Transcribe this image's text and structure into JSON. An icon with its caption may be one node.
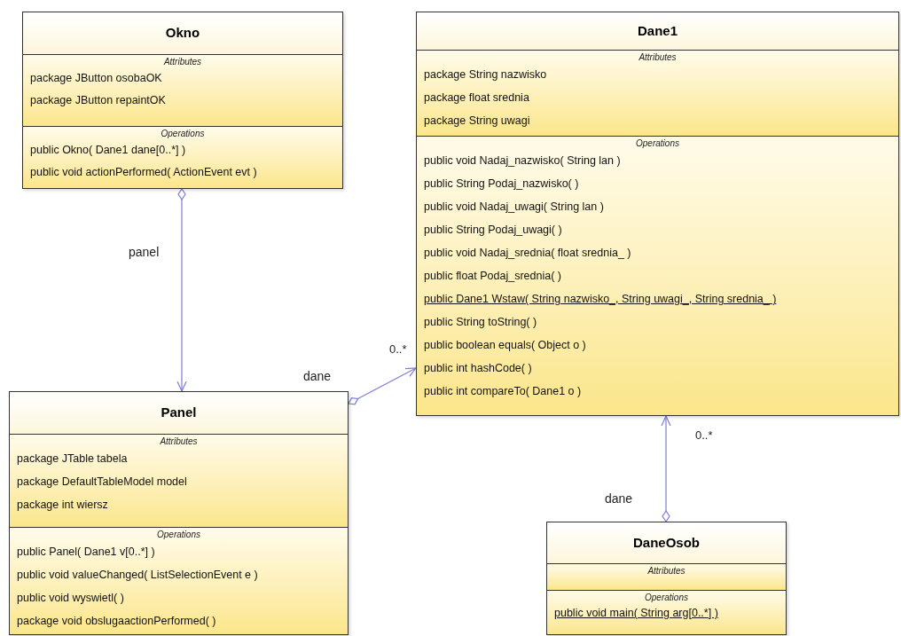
{
  "diagram": {
    "nodes": [
      {
        "text": [
          "Okno"
        ]
      },
      {
        "text": [
          "Attributes",
          "package JButton osobaOK",
          "package JButton repaintOK"
        ],
        "in": 0
      },
      {
        "text": [
          "Operations",
          "public Okno( Dane1 dane[0..*] )",
          "public void  actionPerformed( ActionEvent evt )"
        ],
        "in": 0
      },
      {
        "text": [
          "Dane1"
        ]
      },
      {
        "text": [
          "Attributes",
          "package String nazwisko",
          "package float srednia",
          "package String uwagi"
        ],
        "in": 3
      },
      {
        "text": [
          "Operations",
          "public void  Nadaj_nazwisko( String lan )",
          "public String  Podaj_nazwisko(  )",
          "public void  Nadaj_uwagi( String lan )",
          "public String  Podaj_uwagi(  )",
          "public void  Nadaj_srednia( float srednia_ )",
          "public float  Podaj_srednia(  )",
          "public Dane1  Wstaw( String nazwisko_, String uwagi_, String srednia_ )",
          "public String  toString(  )",
          "public boolean  equals( Object o )",
          "public int  hashCode(  )",
          "public int  compareTo( Dane1 o )"
        ],
        "in": 3
      },
      {
        "text": [
          "Panel"
        ]
      },
      {
        "text": [
          "Attributes",
          "package JTable tabela",
          "package DefaultTableModel model",
          "package int wiersz"
        ],
        "in": 6
      },
      {
        "text": [
          "Operations",
          "public Panel( Dane1 v[0..*] )",
          "public void  valueChanged( ListSelectionEvent e )",
          "public void  wyswietl(  )",
          "package void  obslugaactionPerformed(  )"
        ],
        "in": 6
      },
      {
        "text": [
          "DaneOsob"
        ]
      },
      {
        "text": [
          "Attributes"
        ],
        "in": 9
      },
      {
        "text": [
          "Operations",
          "public void  main( String arg[0..*] )"
        ],
        "in": 9
      }
    ],
    "edges": [
      {
        "from": 0,
        "to": 6,
        "arrow": "to",
        "label": "panel"
      },
      {
        "from": 6,
        "to": 3,
        "arrow": "to",
        "label": "dane"
      },
      {
        "from": 9,
        "to": 3,
        "arrow": "to",
        "label": "dane"
      }
    ],
    "labels": [
      "0..*",
      "0..*"
    ]
  }
}
